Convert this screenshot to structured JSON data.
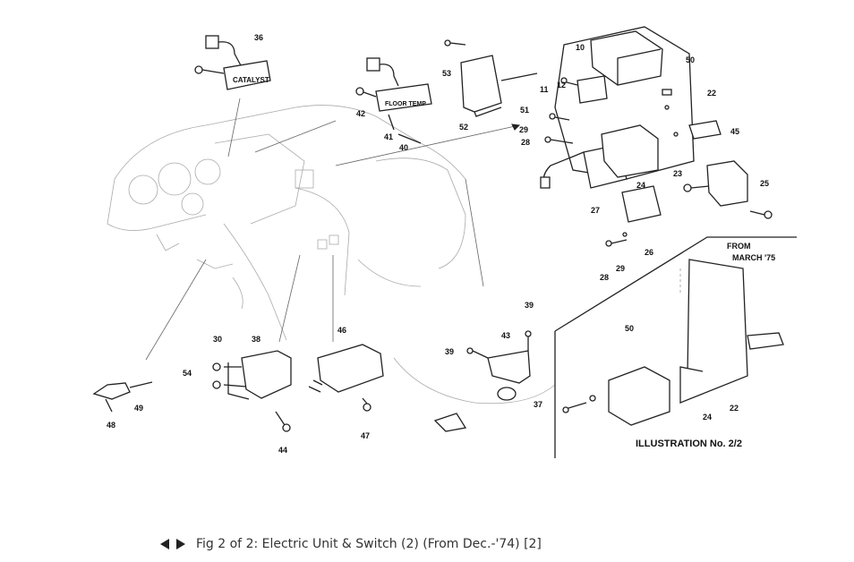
{
  "diagram": {
    "boxes": {
      "catalyst": "CATALYST",
      "floor_temp": "FLOOR TEMP"
    },
    "from_note_line1": "FROM",
    "from_note_line2": "MARCH '75",
    "illustration_label": "ILLUSTRATION No. 2/2",
    "callouts": {
      "n10": "10",
      "n11": "11",
      "n12": "12",
      "n22a": "22",
      "n22b": "22",
      "n23": "23",
      "n24a": "24",
      "n24b": "24",
      "n25": "25",
      "n26": "26",
      "n27": "27",
      "n28a": "28",
      "n28b": "28",
      "n29a": "29",
      "n29b": "29",
      "n30": "30",
      "n36": "36",
      "n37": "37",
      "n38": "38",
      "n39a": "39",
      "n39b": "39",
      "n40": "40",
      "n41": "41",
      "n42": "42",
      "n43": "43",
      "n44": "44",
      "n45": "45",
      "n46": "46",
      "n47": "47",
      "n48": "48",
      "n49": "49",
      "n50a": "50",
      "n50b": "50",
      "n51": "51",
      "n52": "52",
      "n53": "53",
      "n54": "54"
    }
  },
  "nav": {
    "prev_icon": "triangle-left-icon",
    "next_icon": "triangle-right-icon"
  },
  "caption": "Fig 2 of 2: Electric Unit & Switch (2) (From Dec.-'74) [2]"
}
